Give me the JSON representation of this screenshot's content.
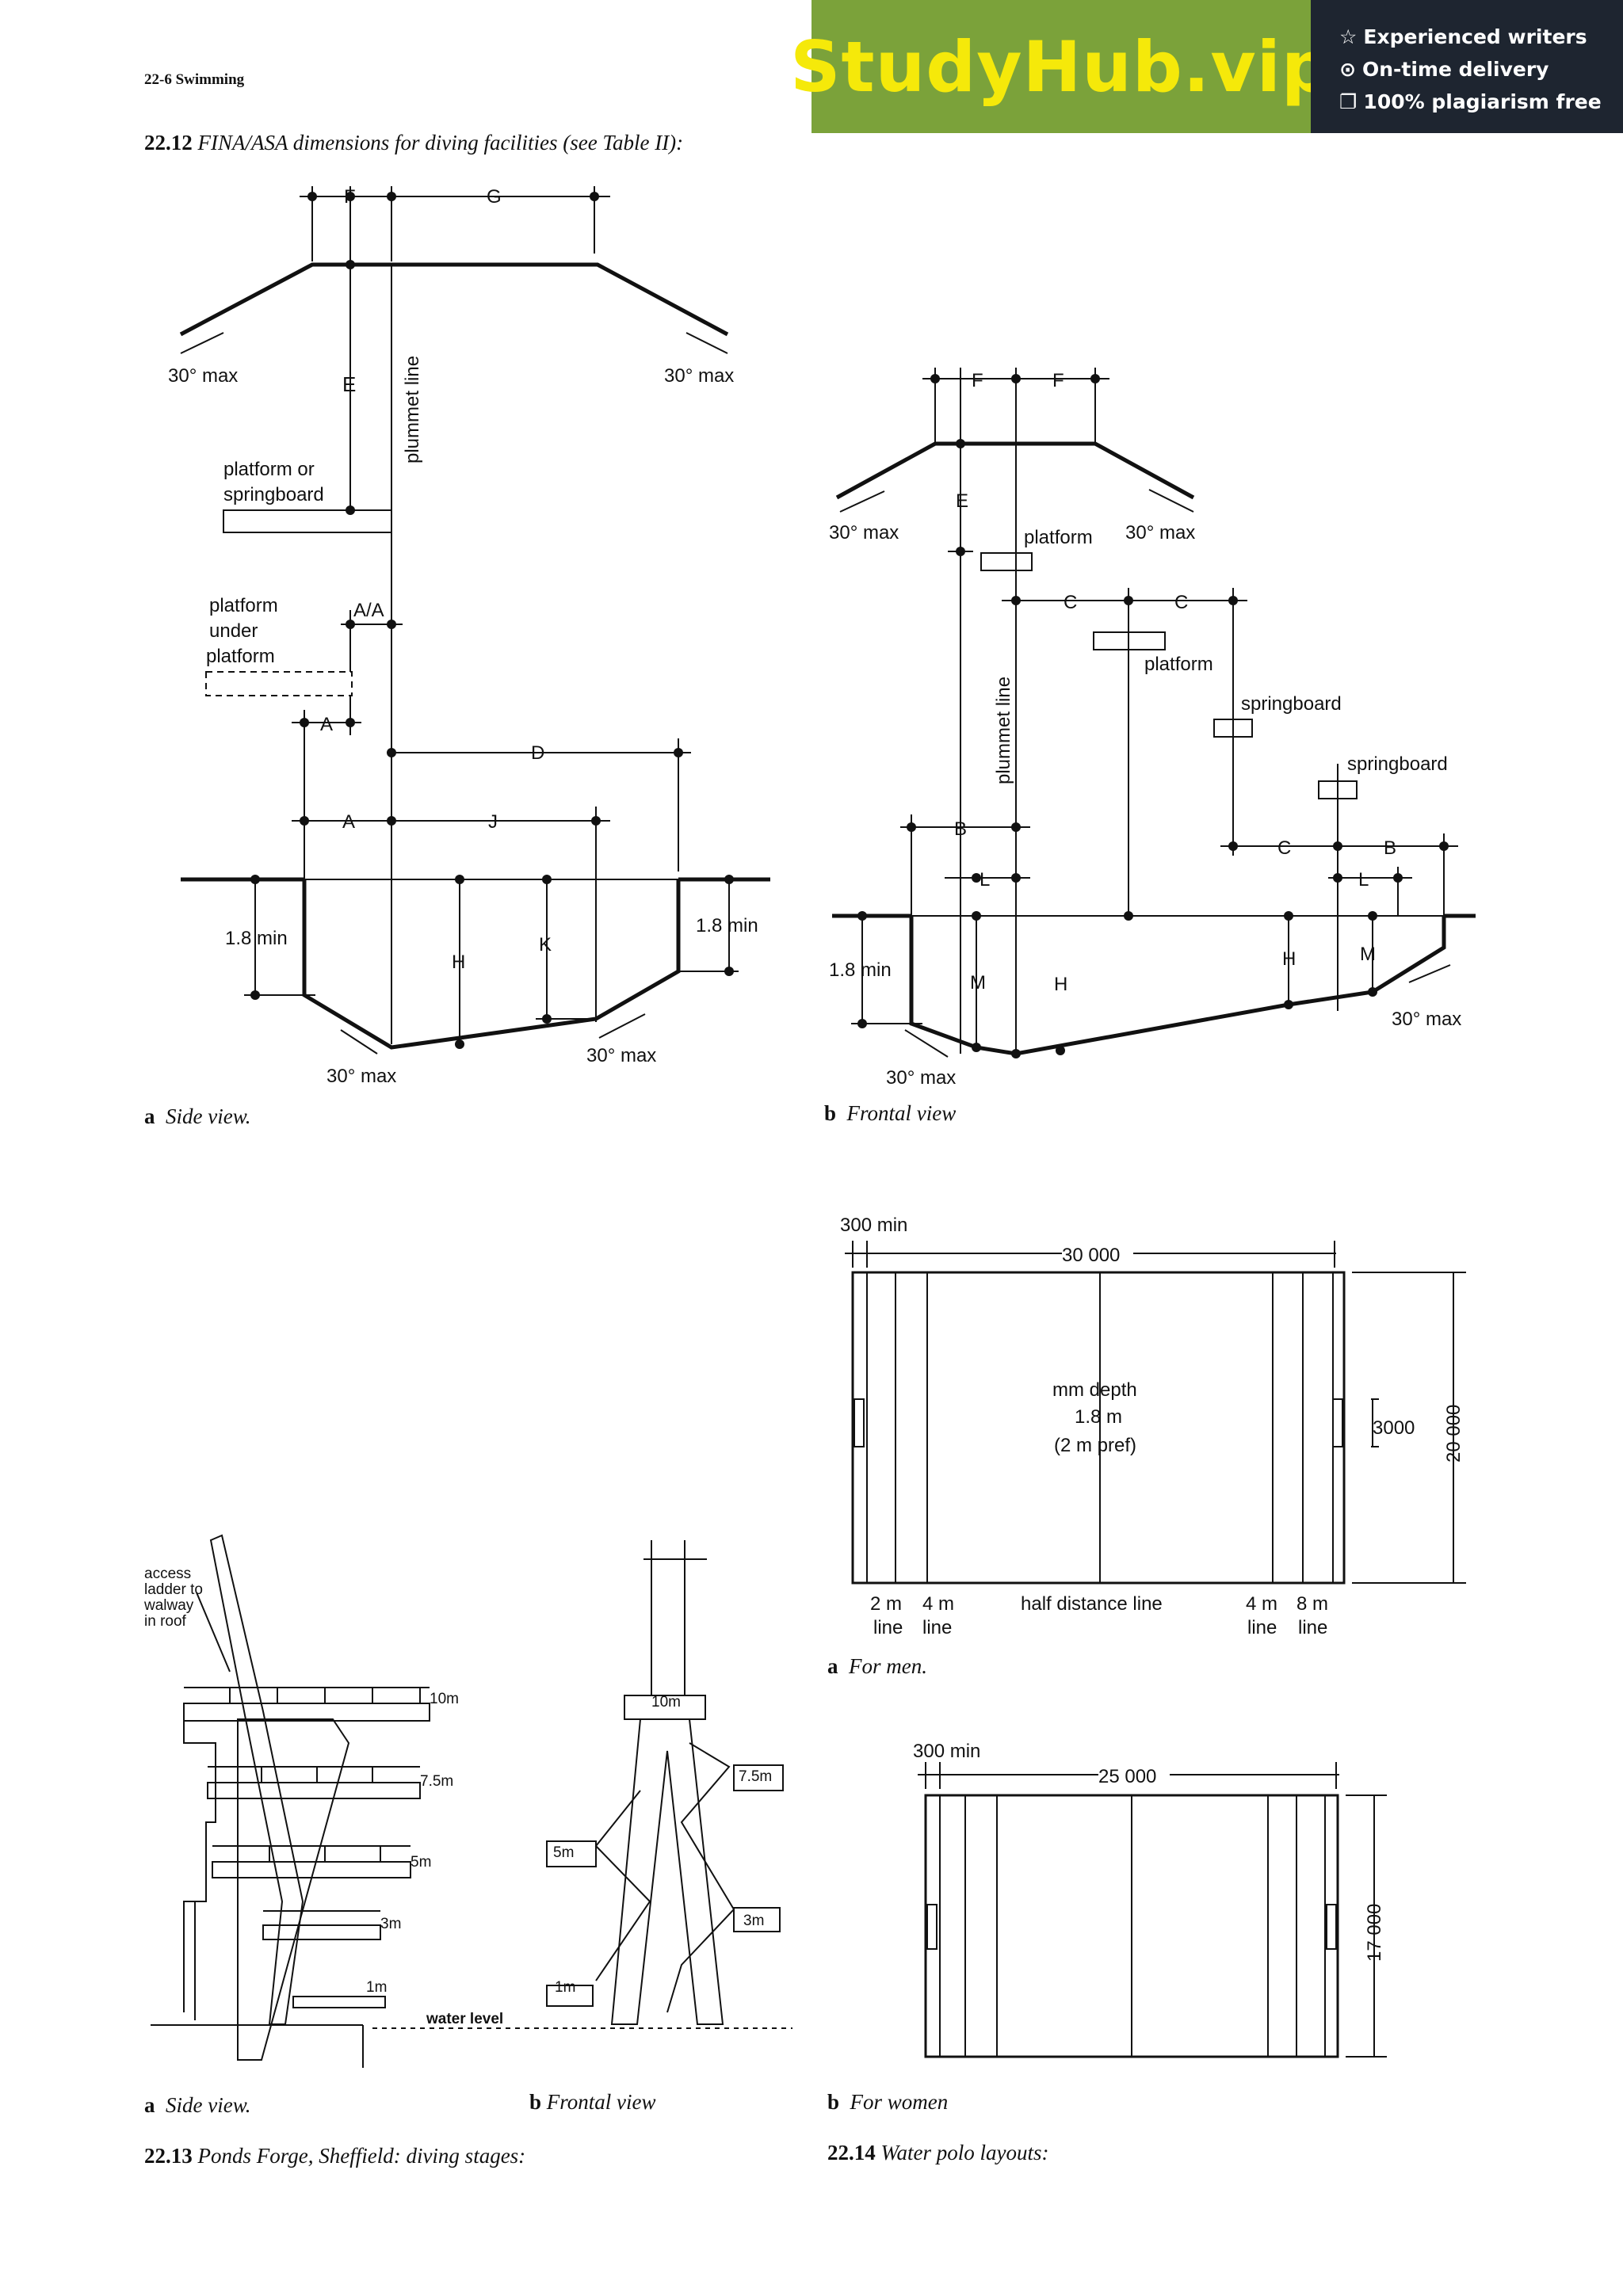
{
  "header": {
    "page_ref": "22-6 Swimming"
  },
  "banner": {
    "brand": "StudyHub.vip",
    "features": [
      {
        "icon": "star-icon",
        "text": "Experienced writers"
      },
      {
        "icon": "clock-icon",
        "text": "On-time delivery"
      },
      {
        "icon": "copy-icon",
        "text": "100% plagiarism free"
      }
    ],
    "accent_color": "#7ba23a",
    "brand_color": "#f5e90a",
    "dark_color": "#1e2530"
  },
  "fig_22_12": {
    "number": "22.12",
    "title": "FINA/ASA dimensions for diving facilities (see Table II):",
    "side_caption_letter": "a",
    "side_caption": "Side view.",
    "front_caption_letter": "b",
    "front_caption": "Frontal view",
    "side": {
      "F": "F",
      "G": "G",
      "E": "E",
      "plummet": "plummet line",
      "ang_left": "30° max",
      "ang_right": "30° max",
      "platform_or": "platform or",
      "springboard": "springboard",
      "pup1": "platform",
      "pup2": "under",
      "pup3": "platform",
      "AA": "A/A",
      "A_small": "A",
      "A": "A",
      "J": "J",
      "D": "D",
      "min_left": "1.8 min",
      "min_right": "1.8 min",
      "H": "H",
      "K": "K",
      "ang_floor": "30° max",
      "ang_bottom": "30° max"
    },
    "front": {
      "F1": "F",
      "F2": "F",
      "E": "E",
      "ang_left": "30° max",
      "ang_right": "30° max",
      "platform1": "platform",
      "C1": "C",
      "C2": "C",
      "platform2": "platform",
      "spring1": "springboard",
      "spring2": "springboard",
      "plummet": "plummet line",
      "B1": "B",
      "C3": "C",
      "B2": "B",
      "L1": "L",
      "L2": "L",
      "min_left": "1.8 min",
      "M1": "M",
      "H1": "H",
      "H2": "H",
      "M2": "M",
      "ang_right_floor": "30° max",
      "ang_bottom": "30° max"
    }
  },
  "fig_22_13": {
    "number": "22.13",
    "title": "Ponds Forge, Sheffield: diving stages:",
    "side_caption_letter": "a",
    "side_caption": "Side view.",
    "front_caption_letter": "b",
    "front_caption": "Frontal view",
    "access_note": [
      "access",
      "ladder to",
      "walway",
      "in roof"
    ],
    "levels": [
      "10m",
      "7.5m",
      "5m",
      "3m",
      "1m"
    ],
    "water_level": "water level"
  },
  "fig_22_14": {
    "number": "22.14",
    "title": "Water polo layouts:",
    "men_caption_letter": "a",
    "men_caption": "For men.",
    "women_caption_letter": "b",
    "women_caption": "For women",
    "men": {
      "min": "300 min",
      "length": "30 000",
      "width": "20 000",
      "goal": "3000",
      "depth1": "mm depth",
      "depth2": "1.8 m",
      "depth3": "(2 m pref)",
      "lines": [
        {
          "a": "2 m",
          "b": "line"
        },
        {
          "a": "4 m",
          "b": "line"
        },
        {
          "a": "half distance line",
          "b": ""
        },
        {
          "a": "4 m",
          "b": "line"
        },
        {
          "a": "8 m",
          "b": "line"
        }
      ]
    },
    "women": {
      "min": "300 min",
      "length": "25 000",
      "width": "17 000"
    }
  }
}
